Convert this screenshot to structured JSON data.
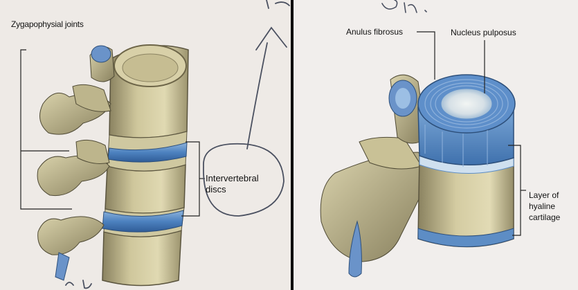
{
  "left_figure": {
    "label_zygapophysial": "Zygapophysial joints",
    "label_intervertebral_line1": "Intervertebral",
    "label_intervertebral_line2": "discs"
  },
  "right_figure": {
    "label_anulus": "Anulus fibrosus",
    "label_nucleus": "Nucleus pulposus",
    "label_hyaline_line1": "Layer of",
    "label_hyaline_line2": "hyaline",
    "label_hyaline_line3": "cartilage"
  },
  "colors": {
    "bone": "#d6cfa6",
    "bone_shadow": "#7d7658",
    "disc_blue": "#5a8fc8",
    "nucleus": "#dfe8ee",
    "page_left": "#eeeae6",
    "page_right": "#f1eeec",
    "pen_ink": "#4a5060"
  }
}
